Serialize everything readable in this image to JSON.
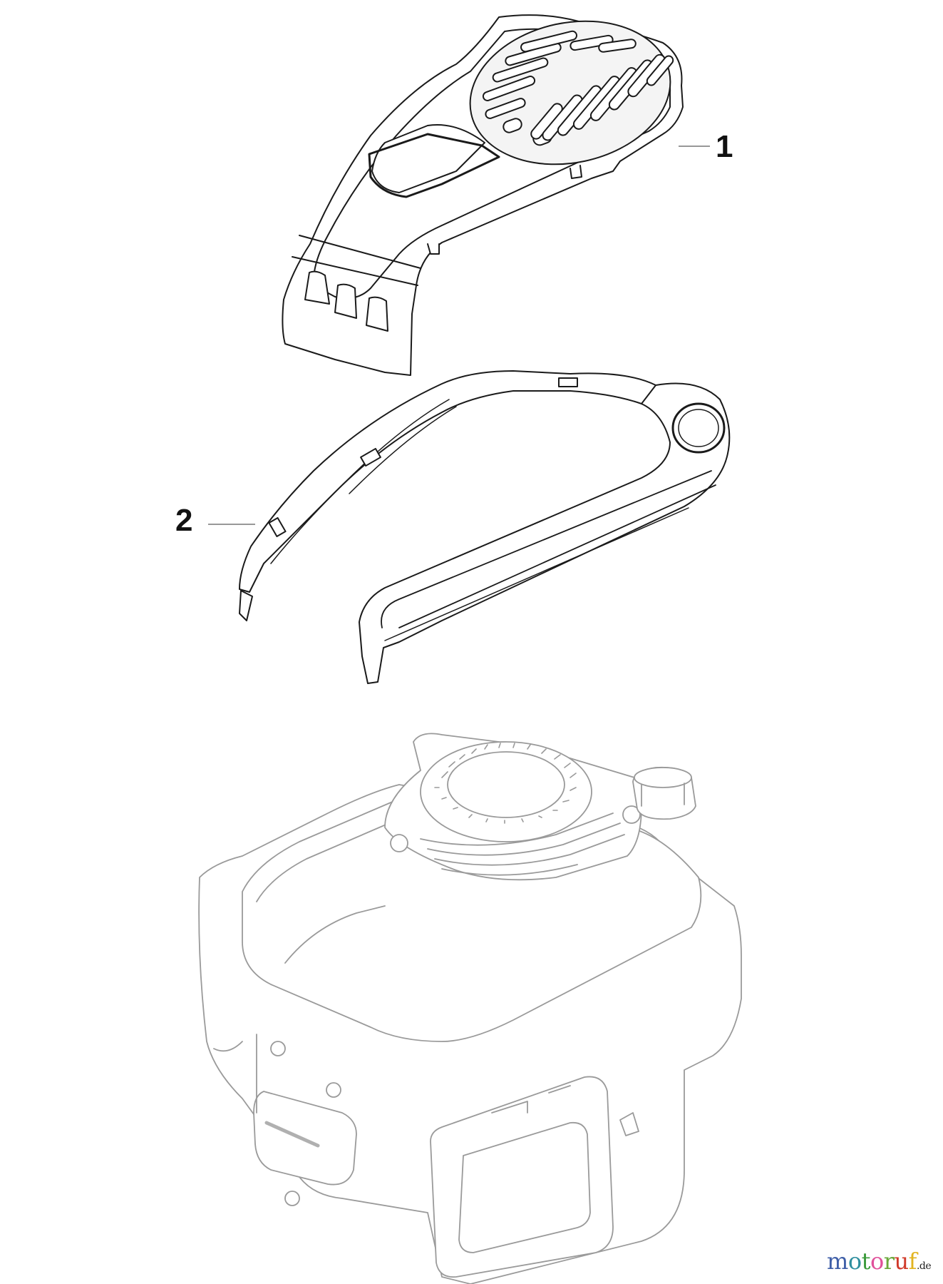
{
  "diagram": {
    "title": "Exploded parts view: engine cover and trim frame",
    "parts": [
      {
        "number": "1",
        "name": "Top cover with grille"
      },
      {
        "number": "2",
        "name": "U-shaped trim frame"
      }
    ],
    "reference_component": "Engine (shown grayed out)"
  },
  "labels": {
    "part_1": "1",
    "part_2": "2"
  },
  "watermark": {
    "letters": [
      {
        "char": "m",
        "color": "#3f5fa8"
      },
      {
        "char": "o",
        "color": "#2f8f9f"
      },
      {
        "char": "t",
        "color": "#3a9a3a"
      },
      {
        "char": "o",
        "color": "#e0509a"
      },
      {
        "char": "r",
        "color": "#6aa83a"
      },
      {
        "char": "u",
        "color": "#d03a2a"
      },
      {
        "char": "f",
        "color": "#e2b420"
      }
    ],
    "text": "motoruf",
    "suffix": ".de"
  },
  "colors": {
    "part_line": "#1a1a1a",
    "engine_line": "#9a9a9a",
    "leader_line": "#777777",
    "background": "#ffffff"
  }
}
